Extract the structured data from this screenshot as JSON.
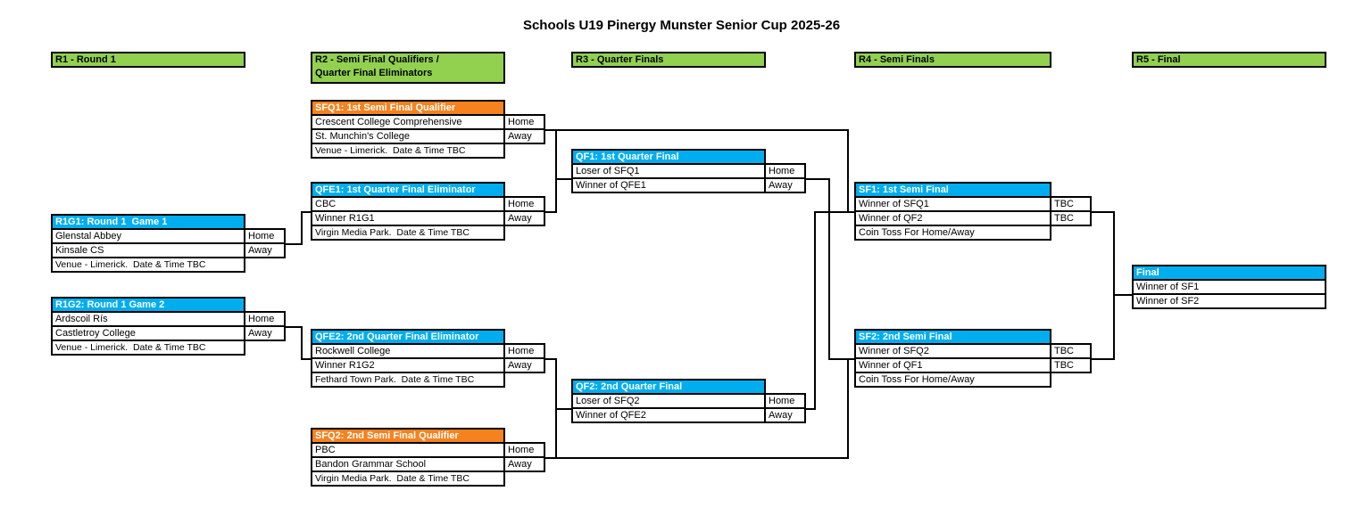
{
  "title": "Schools U19 Pinergy Munster Senior Cup 2025-26",
  "colors": {
    "round_header_green": "#92D050",
    "match_header_blue": "#00AEEF",
    "match_header_orange": "#F5821F",
    "line_and_border": "#000000",
    "background": "#FFFFFF"
  },
  "rounds": {
    "r1": {
      "label": "R1 - Round 1"
    },
    "r2": {
      "label": "R2 - Semi Final Qualifiers /\nQuarter Final Eliminators"
    },
    "r3": {
      "label": "R3 - Quarter Finals"
    },
    "r4": {
      "label": "R4 - Semi Finals"
    },
    "r5": {
      "label": "R5 - Final"
    }
  },
  "matches": {
    "r1g1": {
      "title": "R1G1: Round 1  Game 1",
      "team1": "Glenstal Abbey",
      "side1": "Home",
      "team2": "Kinsale CS",
      "side2": "Away",
      "venue": "Venue - Limerick.  Date & Time TBC"
    },
    "r1g2": {
      "title": "R1G2: Round 1 Game 2",
      "team1": "Ardscoil Rís",
      "side1": "Home",
      "team2": "Castletroy College",
      "side2": "Away",
      "venue": "Venue - Limerick.  Date & Time TBC"
    },
    "sfq1": {
      "title": "SFQ1: 1st Semi Final Qualifier",
      "team1": "Crescent College Comprehensive",
      "side1": "Home",
      "team2": "St. Munchin's College",
      "side2": "Away",
      "venue": "Venue - Limerick.  Date & Time TBC"
    },
    "qfe1": {
      "title": "QFE1: 1st Quarter Final Eliminator",
      "team1": "CBC",
      "side1": "Home",
      "team2": "Winner R1G1",
      "side2": "Away",
      "venue": "Virgin Media Park.  Date & Time TBC"
    },
    "qfe2": {
      "title": "QFE2: 2nd Quarter Final Eliminator",
      "team1": "Rockwell College",
      "side1": "Home",
      "team2": "Winner R1G2",
      "side2": "Away",
      "venue": "Fethard Town Park.  Date & Time TBC"
    },
    "sfq2": {
      "title": "SFQ2: 2nd Semi Final Qualifier",
      "team1": "PBC",
      "side1": "Home",
      "team2": "Bandon Grammar School",
      "side2": "Away",
      "venue": "Virgin Media Park.  Date & Time TBC"
    },
    "qf1": {
      "title": "QF1: 1st Quarter Final",
      "team1": "Loser of SFQ1",
      "side1": "Home",
      "team2": "Winner of QFE1",
      "side2": "Away"
    },
    "qf2": {
      "title": "QF2: 2nd Quarter Final",
      "team1": "Loser of SFQ2",
      "side1": "Home",
      "team2": "Winner of QFE2",
      "side2": "Away"
    },
    "sf1": {
      "title": "SF1: 1st Semi Final",
      "team1": "Winner of SFQ1",
      "side1": "TBC",
      "team2": "Winner of QF2",
      "side2": "TBC",
      "note": "Coin Toss For Home/Away"
    },
    "sf2": {
      "title": "SF2: 2nd Semi Final",
      "team1": "Winner of SFQ2",
      "side1": "TBC",
      "team2": "Winner of QF1",
      "side2": "TBC",
      "note": "Coin Toss For Home/Away"
    },
    "final": {
      "title": "Final",
      "team1": "Winner of SF1",
      "team2": "Winner of SF2"
    }
  }
}
